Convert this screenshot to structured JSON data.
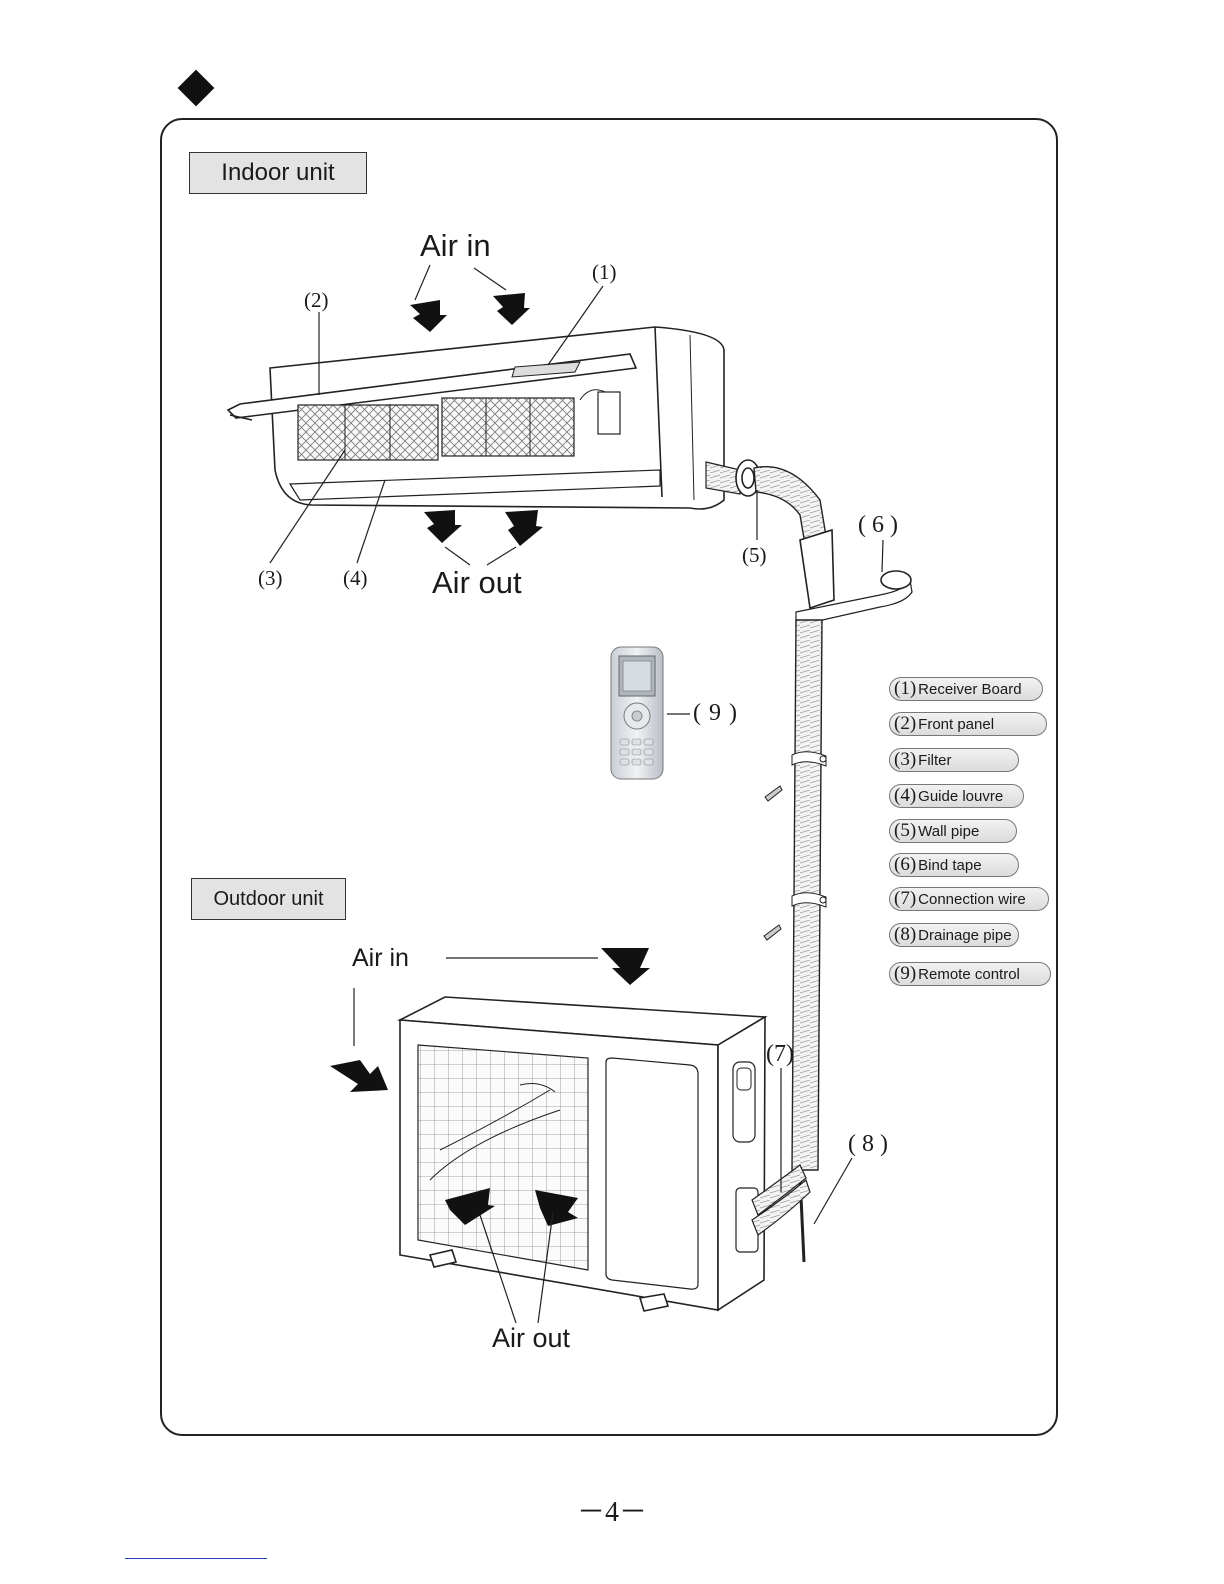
{
  "indoor": {
    "label": "Indoor unit",
    "air_in": "Air in",
    "air_out": "Air out",
    "callouts": {
      "n1": "(1)",
      "n2": "(2)",
      "n3": "(3)",
      "n4": "(4)",
      "n5": "(5)",
      "n6": "(6)",
      "n9": "(9)"
    }
  },
  "outdoor": {
    "label": "Outdoor unit",
    "air_in": "Air in",
    "air_out": "Air out",
    "callouts": {
      "n7": "(7)",
      "n8": "(8)"
    }
  },
  "legend": [
    {
      "num": "(1)",
      "text": "Receiver Board"
    },
    {
      "num": "(2)",
      "text": "Front panel"
    },
    {
      "num": "(3)",
      "text": "Filter"
    },
    {
      "num": "(4)",
      "text": "Guide louvre"
    },
    {
      "num": "(5)",
      "text": "Wall pipe"
    },
    {
      "num": "(6)",
      "text": "Bind tape"
    },
    {
      "num": "(7)",
      "text": "Connection wire"
    },
    {
      "num": "(8)",
      "text": "Drainage pipe"
    },
    {
      "num": "(9)",
      "text": "Remote control"
    }
  ],
  "page_number": "－4－"
}
